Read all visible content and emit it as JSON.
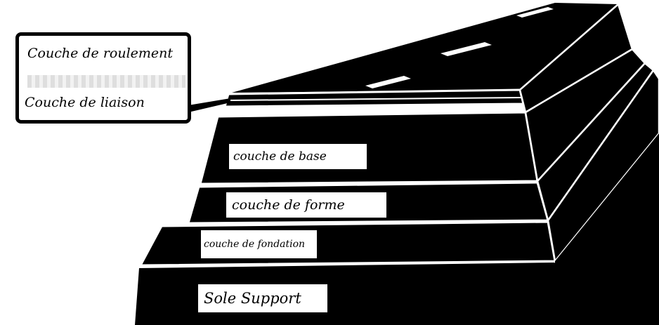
{
  "diagram": {
    "layers": [
      {
        "id": "roulement",
        "label": "Couche de roulement"
      },
      {
        "id": "liaison",
        "label": "Couche de liaison"
      },
      {
        "id": "base",
        "label": "couche de base"
      },
      {
        "id": "forme",
        "label": "couche de forme"
      },
      {
        "id": "fondation",
        "label": "couche de fondation"
      },
      {
        "id": "support",
        "label": "Sole Support"
      }
    ]
  }
}
